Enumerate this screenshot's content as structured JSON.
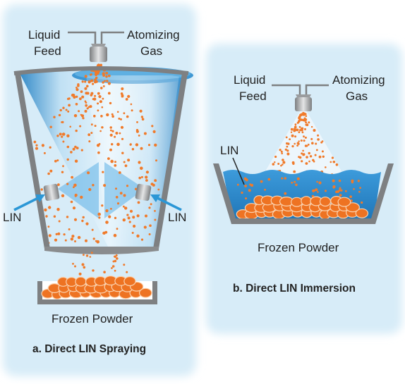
{
  "panel_a": {
    "liquid_feed": [
      "Liquid",
      "Feed"
    ],
    "atomizing_gas": [
      "Atomizing",
      "Gas"
    ],
    "lin_left": "LIN",
    "lin_right": "LIN",
    "frozen_powder": "Frozen Powder",
    "caption": "a. Direct LIN Spraying"
  },
  "panel_b": {
    "liquid_feed": [
      "Liquid",
      "Feed"
    ],
    "atomizing_gas": [
      "Atomizing",
      "Gas"
    ],
    "lin": "LIN",
    "frozen_powder": "Frozen Powder",
    "caption": "b. Direct LIN Immersion"
  },
  "colors": {
    "panel_background": "#d7ecf8",
    "liquid_nitrogen": "#2f8fd0",
    "droplet": "#f07a2a",
    "powder": "#ee7322",
    "vessel_wall": "#8a8c8e",
    "lin_arrow": "#2b97d6",
    "text": "#222222"
  }
}
